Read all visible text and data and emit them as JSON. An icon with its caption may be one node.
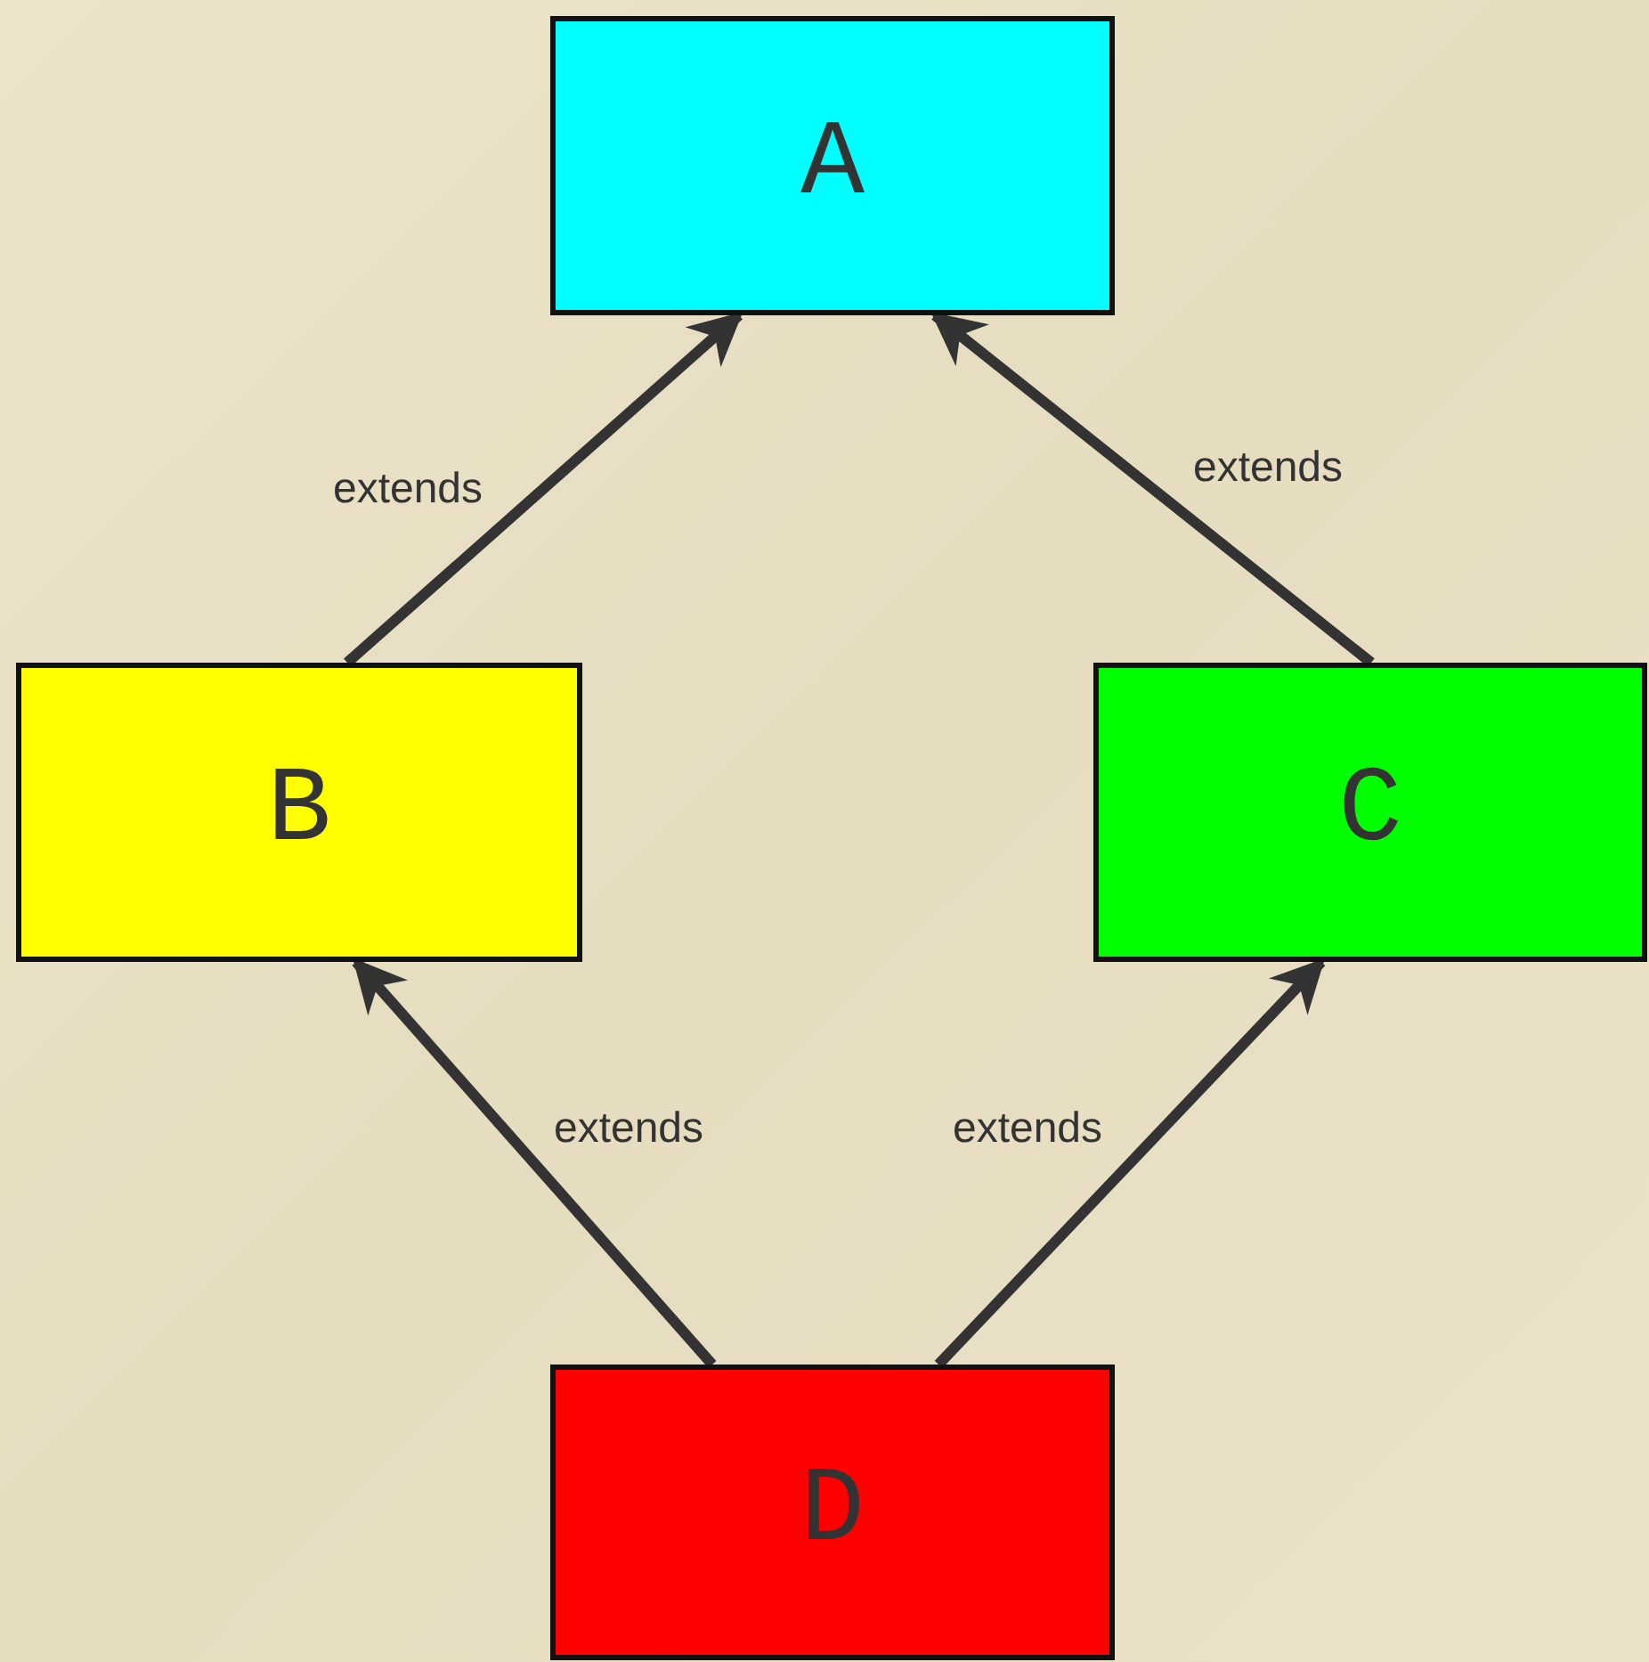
{
  "diagram": {
    "nodes": [
      {
        "text": [
          "A"
        ]
      },
      {
        "text": [
          "B"
        ]
      },
      {
        "text": [
          "C"
        ]
      },
      {
        "text": [
          "D"
        ]
      }
    ],
    "edges": [
      {
        "from": 1,
        "to": 0,
        "arrow": "to",
        "label": "extends"
      },
      {
        "from": 2,
        "to": 0,
        "arrow": "to",
        "label": "extends"
      },
      {
        "from": 3,
        "to": 1,
        "arrow": "to",
        "label": "extends"
      },
      {
        "from": 3,
        "to": 2,
        "arrow": "to",
        "label": "extends"
      }
    ]
  }
}
